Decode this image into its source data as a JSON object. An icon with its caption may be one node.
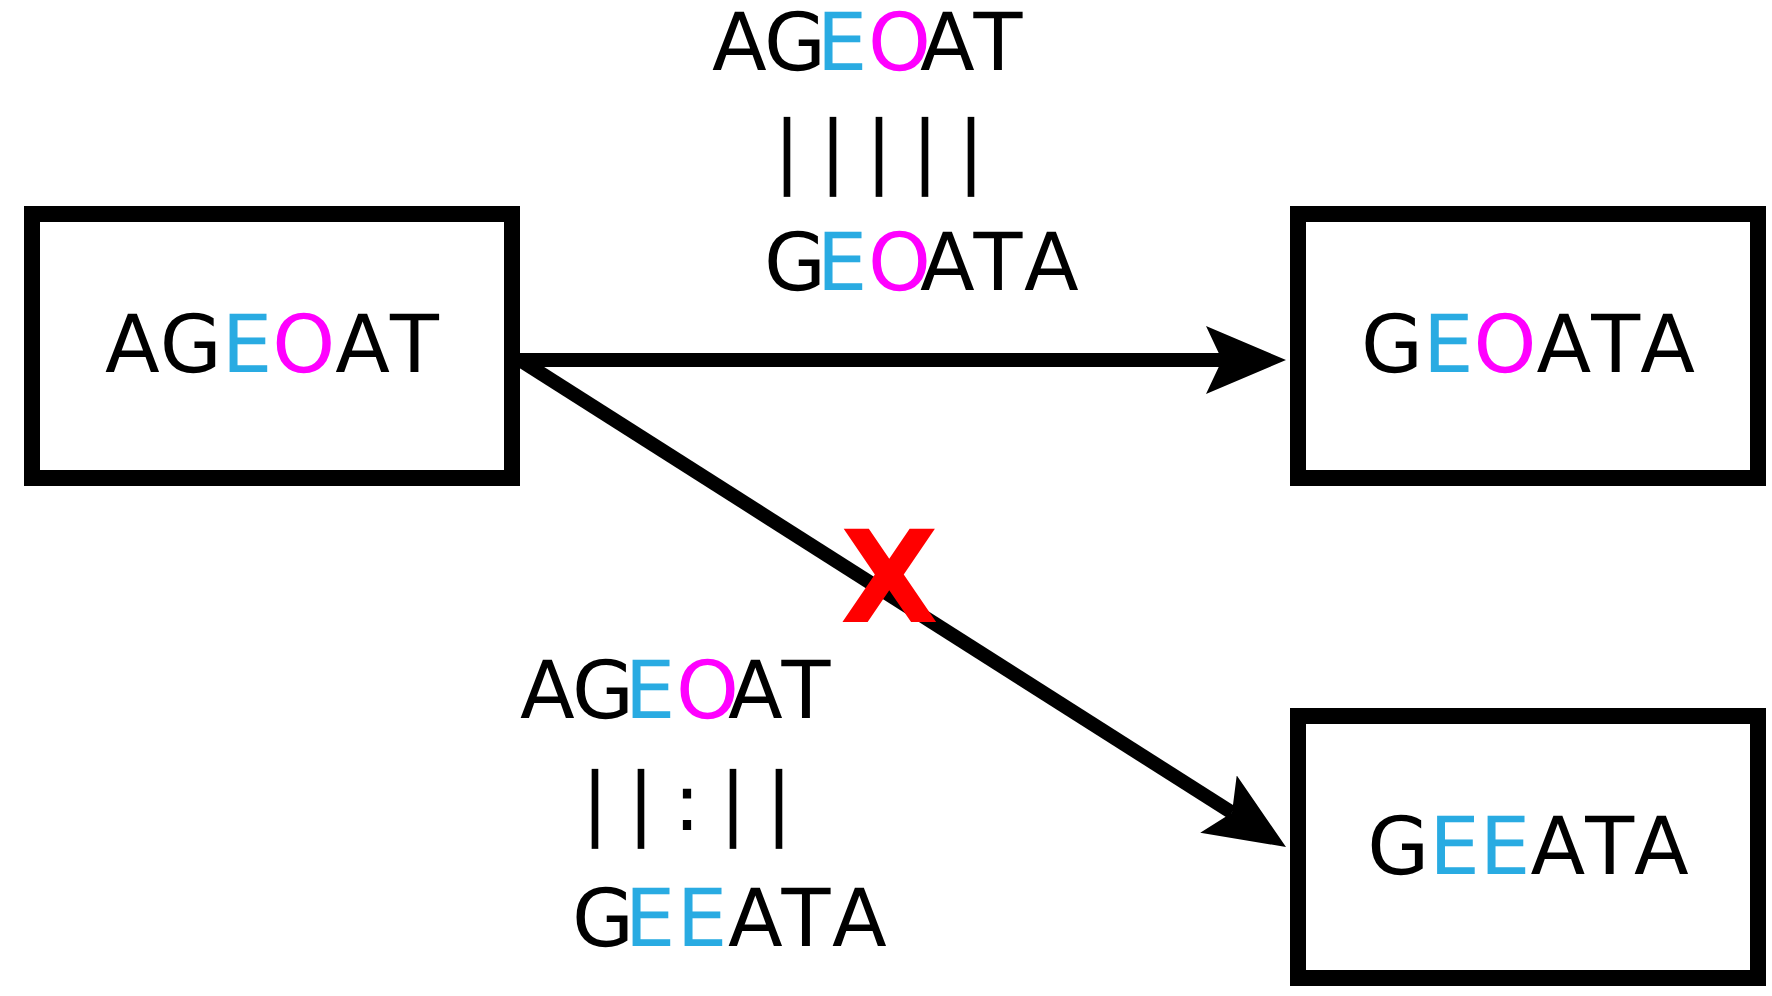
{
  "diagram": {
    "nodes": [
      {
        "text": [
          "AGEOAT"
        ]
      },
      {
        "text": [
          "GEOATA"
        ]
      },
      {
        "text": [
          "GEEATA"
        ]
      }
    ],
    "edges": [
      {
        "from": 0,
        "to": 1,
        "arrow": "to"
      },
      {
        "from": 0,
        "to": 2,
        "arrow": "to"
      }
    ],
    "labels": [
      "AGEOAT",
      "|||||",
      "GEOATA",
      "X",
      "AGEOAT",
      "||:||",
      "GEEATA"
    ]
  }
}
